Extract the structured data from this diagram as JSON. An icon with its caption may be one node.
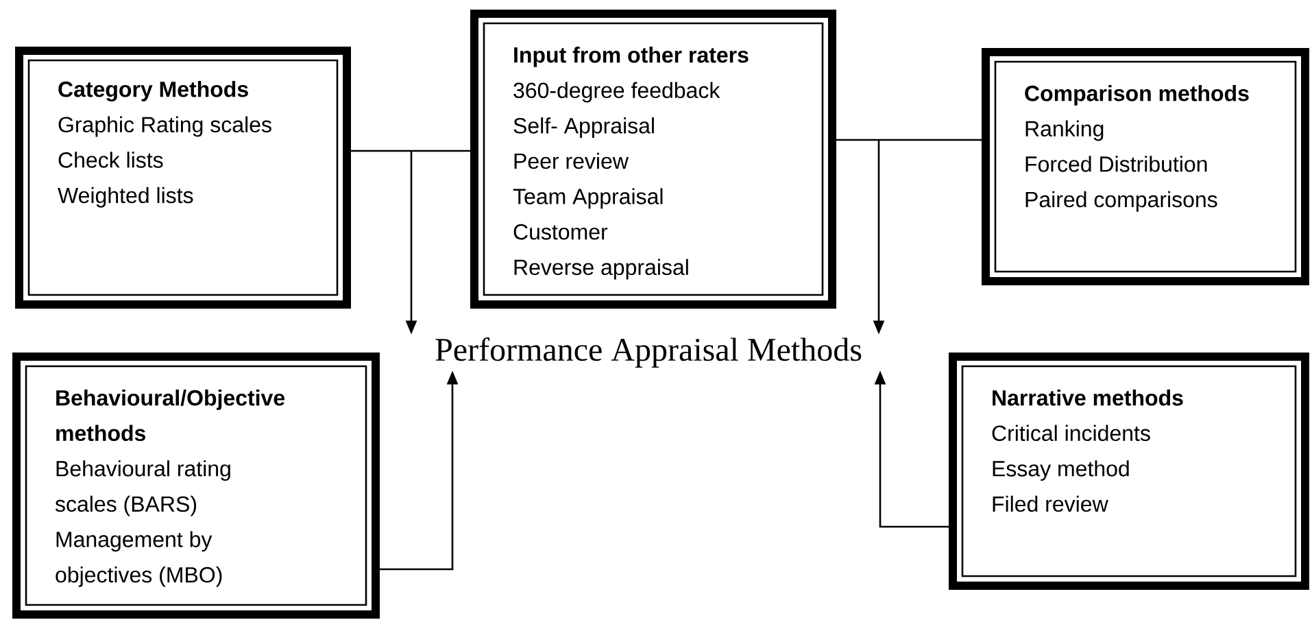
{
  "diagram": {
    "nodes": [
      {
        "text": [
          "Category Methods",
          "Graphic Rating scales",
          "Check lists",
          "Weighted lists"
        ]
      },
      {
        "text": [
          "Input from other raters",
          "360-degree feedback",
          "Self- Appraisal",
          "Peer review",
          "Team Appraisal",
          "Customer",
          "Reverse appraisal"
        ]
      },
      {
        "text": [
          "Comparison methods",
          "Ranking",
          "Forced Distribution",
          "Paired comparisons"
        ]
      },
      {
        "text": [
          "Performance Appraisal Methods"
        ]
      },
      {
        "text": [
          "Behavioural/Objective methods",
          "Behavioural rating scales (BARS)",
          "Management by objectives (MBO)"
        ]
      },
      {
        "text": [
          "Narrative methods",
          "Critical incidents",
          "Essay method",
          "Filed review"
        ]
      }
    ],
    "edges": [
      {
        "from": 0,
        "to": 3,
        "arrow": "to"
      },
      {
        "from": 1,
        "to": 3,
        "arrow": "to"
      },
      {
        "from": 1,
        "to": 3,
        "arrow": "to"
      },
      {
        "from": 2,
        "to": 3,
        "arrow": "to"
      },
      {
        "from": 4,
        "to": 3,
        "arrow": "to"
      },
      {
        "from": 5,
        "to": 3,
        "arrow": "to"
      }
    ]
  }
}
